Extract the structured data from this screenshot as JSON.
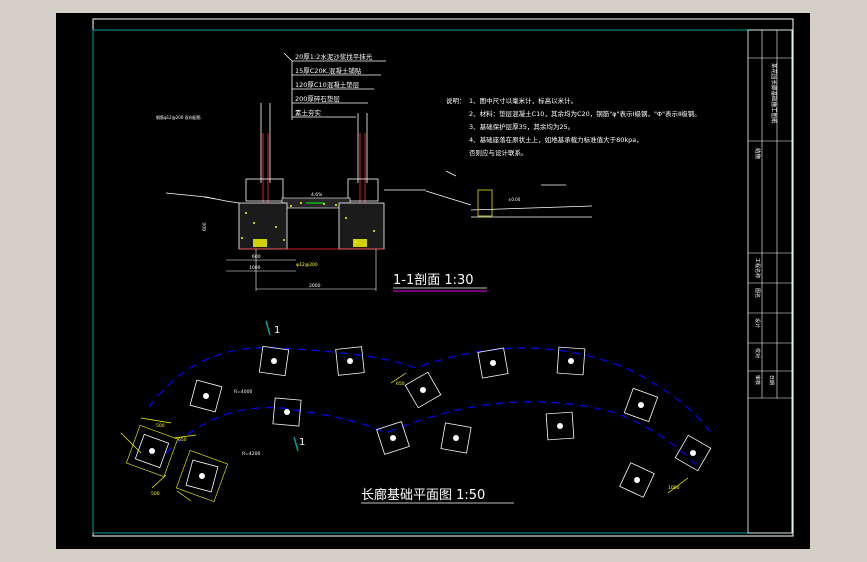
{
  "colors": {
    "background": "#000000",
    "window": "#d4d0c8",
    "frame": "#ffffff",
    "inner_frame": "#00a0a0",
    "title_underline": "#c000c0",
    "dim": "#ffff00",
    "axis": "#0000ff",
    "rebar": "#ff3030",
    "text": "#ffffff"
  },
  "section": {
    "title": "1-1剖面   1:30",
    "layers": [
      "20厚1:2水泥沙浆找平抹光",
      "15厚C20K.混凝土铺贴",
      "120厚C10混凝土垫层",
      "200厚碎石垫层",
      "素土夯实"
    ],
    "side_label": "钢筋φ12@200 双向配筋",
    "dims": {
      "bottom_total": "2000",
      "bottom_left": "1000",
      "pier_w": "600",
      "height_left": "600",
      "bar_note": "φ12@200"
    }
  },
  "notes": {
    "heading": "说明：",
    "items": [
      "1、图中尺寸以毫米计，标高以米计。",
      "2、材料：垫层混凝土C10，其余均为C20，钢筋\"φ\"表示Ⅰ级钢，\"Φ\"表示Ⅱ级钢。",
      "3、基础保护层厚35，其余均为25。",
      "4、基础座落在原状土上，如地基承载力标准值大于80kpa，",
      "   否则应与设计联系。"
    ]
  },
  "plan": {
    "title": "长廊基础平面图   1:50",
    "section_mark": "1",
    "radius_outer": "R=4000",
    "radius_inner": "R=4200",
    "dim_500": "500",
    "dim_650": "650",
    "dim_end": "1000"
  },
  "title_block": {
    "project": "某花园长廊基础施工图纸",
    "drawing_no": "结施",
    "rows": [
      "工程名称",
      "图名",
      "设计",
      "校对",
      "审核",
      "日期"
    ]
  },
  "elevation_small": {
    "label_top": "±0.00",
    "label_mid": "4.6%"
  }
}
